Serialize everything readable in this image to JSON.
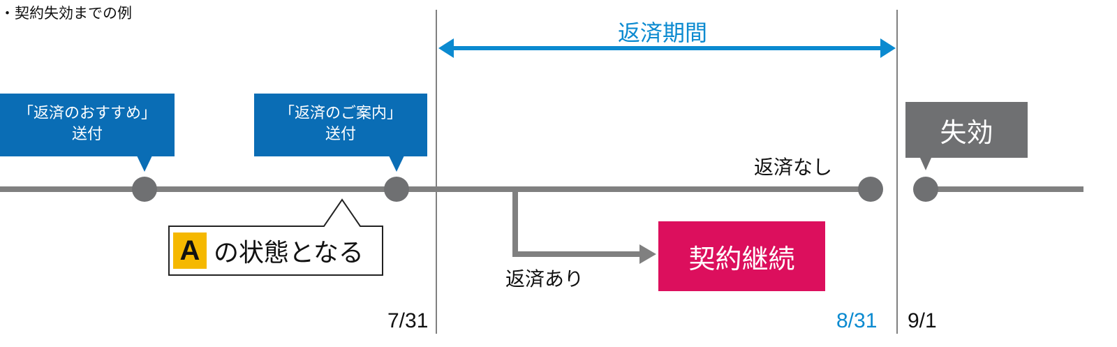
{
  "heading": "・契約失効までの例",
  "period": {
    "label": "返済期間"
  },
  "callouts": [
    {
      "line1": "「返済のおすすめ」",
      "line2": "送付"
    },
    {
      "line1": "「返済のご案内」",
      "line2": "送付"
    }
  ],
  "lapse": {
    "label": "失効"
  },
  "branches": {
    "no_repayment": "返済なし",
    "repayment": "返済あり"
  },
  "continue_label": "契約継続",
  "state": {
    "badge": "A",
    "text": "の状態となる"
  },
  "dates": {
    "d1": "7/31",
    "d2": "8/31",
    "d3": "9/1"
  },
  "colors": {
    "blue": "#0a6db5",
    "period_blue": "#0b8ad0",
    "gray": "#6f7072",
    "magenta": "#dc0f5d",
    "badge_yellow": "#f5b800"
  }
}
